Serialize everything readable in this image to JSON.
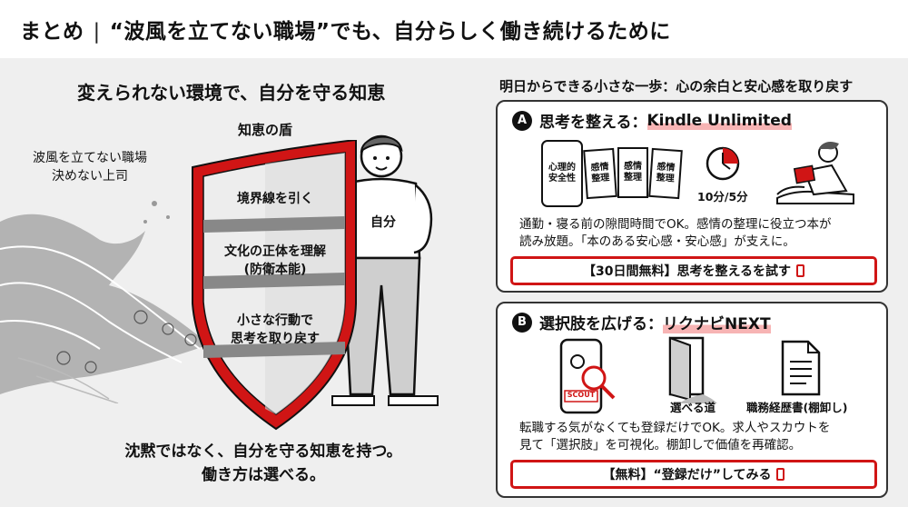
{
  "title": {
    "prefix": "まとめ",
    "separator": "|",
    "main": "“波風を立てない職場”でも、自分らしく働き続けるために"
  },
  "left": {
    "heading": "変えられない環境で、自分を守る知恵",
    "shield_label": "知恵の盾",
    "wave_lines": [
      "波風を立てない職場",
      "決めない上司"
    ],
    "self_label": "自分",
    "shield_rows": [
      "境界線を引く",
      "文化の正体を理解",
      "(防衛本能)",
      "小さな行動で",
      "思考を取り戻す"
    ],
    "conclusion_lines": [
      "沈黙ではなく、自分を守る知恵を持つ。",
      "働き方は選べる。"
    ]
  },
  "right": {
    "heading": "明日からできる小さな一歩：心の余白と安心感を取り戻す",
    "card_a": {
      "badge": "A",
      "title_prefix": "思考を整える：",
      "title_brand": "Kindle Unlimited",
      "tablet_text": [
        "心理的",
        "安全性"
      ],
      "book_text": [
        "感情",
        "整理"
      ],
      "timer_label": "10分/5分",
      "desc_lines": [
        "通勤・寝る前の隙間時間でOK。感情の整理に役立つ本が",
        "読み放題。「本のある安心感・安心感」が支えに。"
      ],
      "cta": "【30日間無料】思考を整えるを試す"
    },
    "card_b": {
      "badge": "B",
      "title_prefix": "選択肢を広げる：",
      "title_brand": "リクナビNEXT",
      "scout_label": "SCOUT",
      "door_label": "選べる道",
      "doc_label": "職務経歴書(棚卸し)",
      "desc_lines": [
        "転職する気がなくても登録だけでOK。求人やスカウトを",
        "見て「選択肢」を可視化。棚卸しで価値を再確認。"
      ],
      "cta": "【無料】“登録だけ”してみる"
    }
  },
  "colors": {
    "accent_red": "#d01515",
    "highlight_pink": "#f7b4b4",
    "background": "#efefef"
  }
}
